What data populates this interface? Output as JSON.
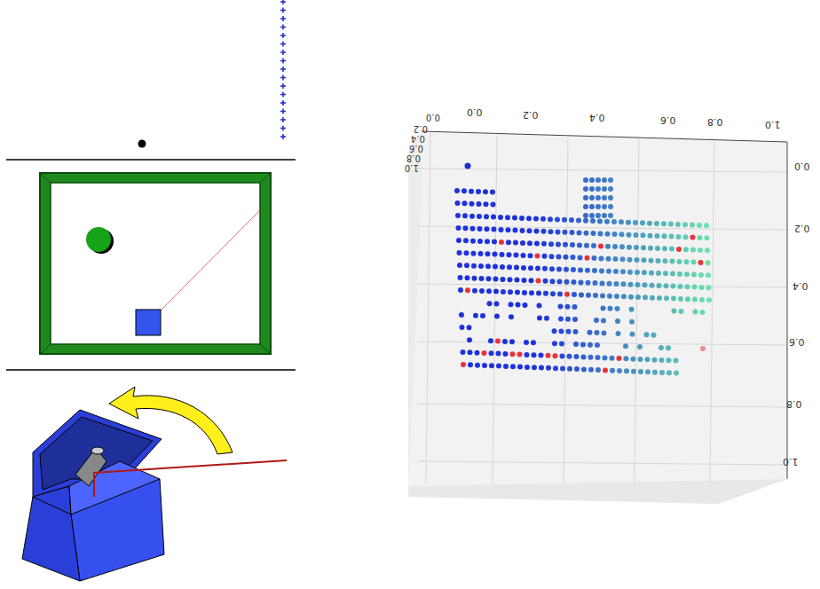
{
  "diagram": {
    "labels": [
      "0.0",
      "0.2",
      "0.4",
      "0.6",
      "0.8",
      "1.0",
      "0.0",
      "0.2",
      "0.4",
      "0.6",
      "0.8",
      "1.0",
      "0.0",
      "0.2",
      "0.4",
      "0.6",
      "0.8",
      "1.0"
    ]
  }
}
